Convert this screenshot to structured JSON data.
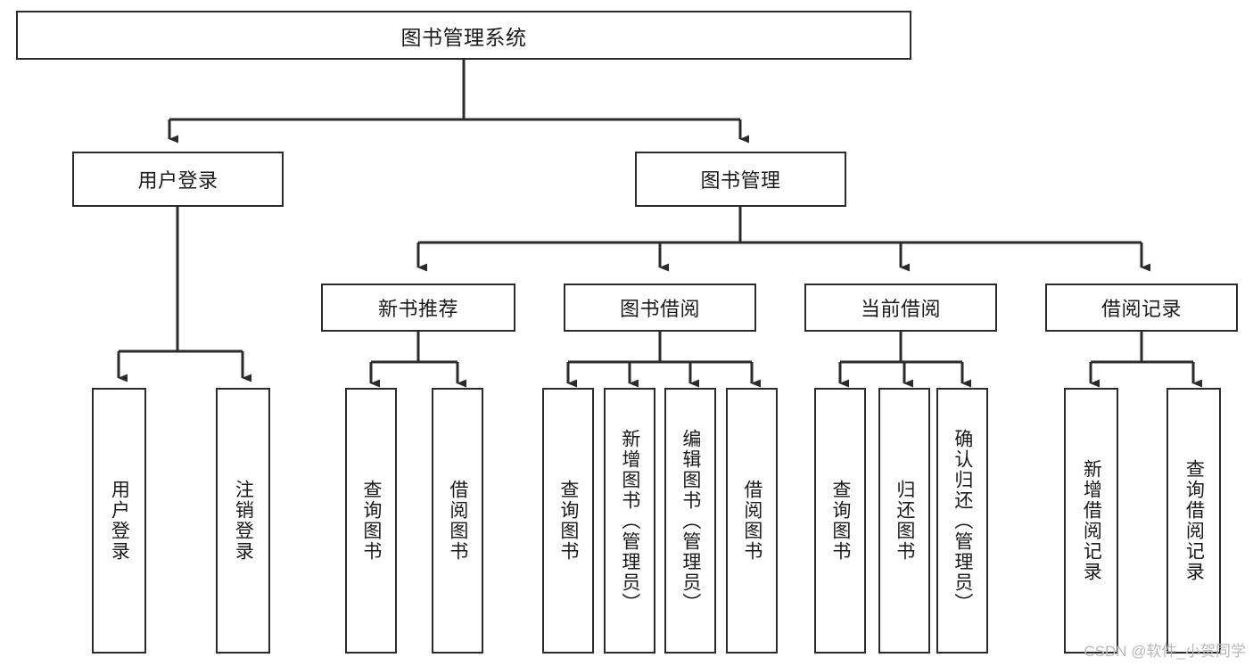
{
  "diagram": {
    "type": "tree-hierarchy-chart",
    "title": "图书管理系统",
    "watermark": "CSDN @软件_小贺同学",
    "colors": {
      "stroke": "#2b2b2b",
      "fill": "#ffffff",
      "text": "#1a1a1a",
      "watermark": "#b8b8b8"
    },
    "levels": {
      "root": {
        "label": "图书管理系统"
      },
      "level2": [
        {
          "id": "user-login",
          "label": "用户登录"
        },
        {
          "id": "book-management",
          "label": "图书管理"
        }
      ],
      "level3": [
        {
          "id": "new-book-recommend",
          "label": "新书推荐",
          "parent": "book-management"
        },
        {
          "id": "book-borrow",
          "label": "图书借阅",
          "parent": "book-management"
        },
        {
          "id": "current-borrow",
          "label": "当前借阅",
          "parent": "book-management"
        },
        {
          "id": "borrow-record",
          "label": "借阅记录",
          "parent": "book-management"
        }
      ],
      "leaves": [
        {
          "id": "leaf-user-login",
          "label": "用户登录",
          "parent": "user-login"
        },
        {
          "id": "leaf-logout-login",
          "label": "注销登录",
          "parent": "user-login"
        },
        {
          "id": "leaf-query-book-1",
          "label": "查询图书",
          "parent": "new-book-recommend"
        },
        {
          "id": "leaf-borrow-book-1",
          "label": "借阅图书",
          "parent": "new-book-recommend"
        },
        {
          "id": "leaf-query-book-2",
          "label": "查询图书",
          "parent": "book-borrow"
        },
        {
          "id": "leaf-add-book",
          "label": "新增图书（管理员）",
          "parent": "book-borrow"
        },
        {
          "id": "leaf-edit-book",
          "label": "编辑图书（管理员）",
          "parent": "book-borrow"
        },
        {
          "id": "leaf-borrow-book-2",
          "label": "借阅图书",
          "parent": "book-borrow"
        },
        {
          "id": "leaf-query-book-3",
          "label": "查询图书",
          "parent": "current-borrow"
        },
        {
          "id": "leaf-return-book",
          "label": "归还图书",
          "parent": "current-borrow"
        },
        {
          "id": "leaf-confirm-return",
          "label": "确认归还（管理员）",
          "parent": "current-borrow"
        },
        {
          "id": "leaf-add-record",
          "label": "新增借阅记录",
          "parent": "borrow-record"
        },
        {
          "id": "leaf-query-record",
          "label": "查询借阅记录",
          "parent": "borrow-record"
        }
      ]
    }
  }
}
